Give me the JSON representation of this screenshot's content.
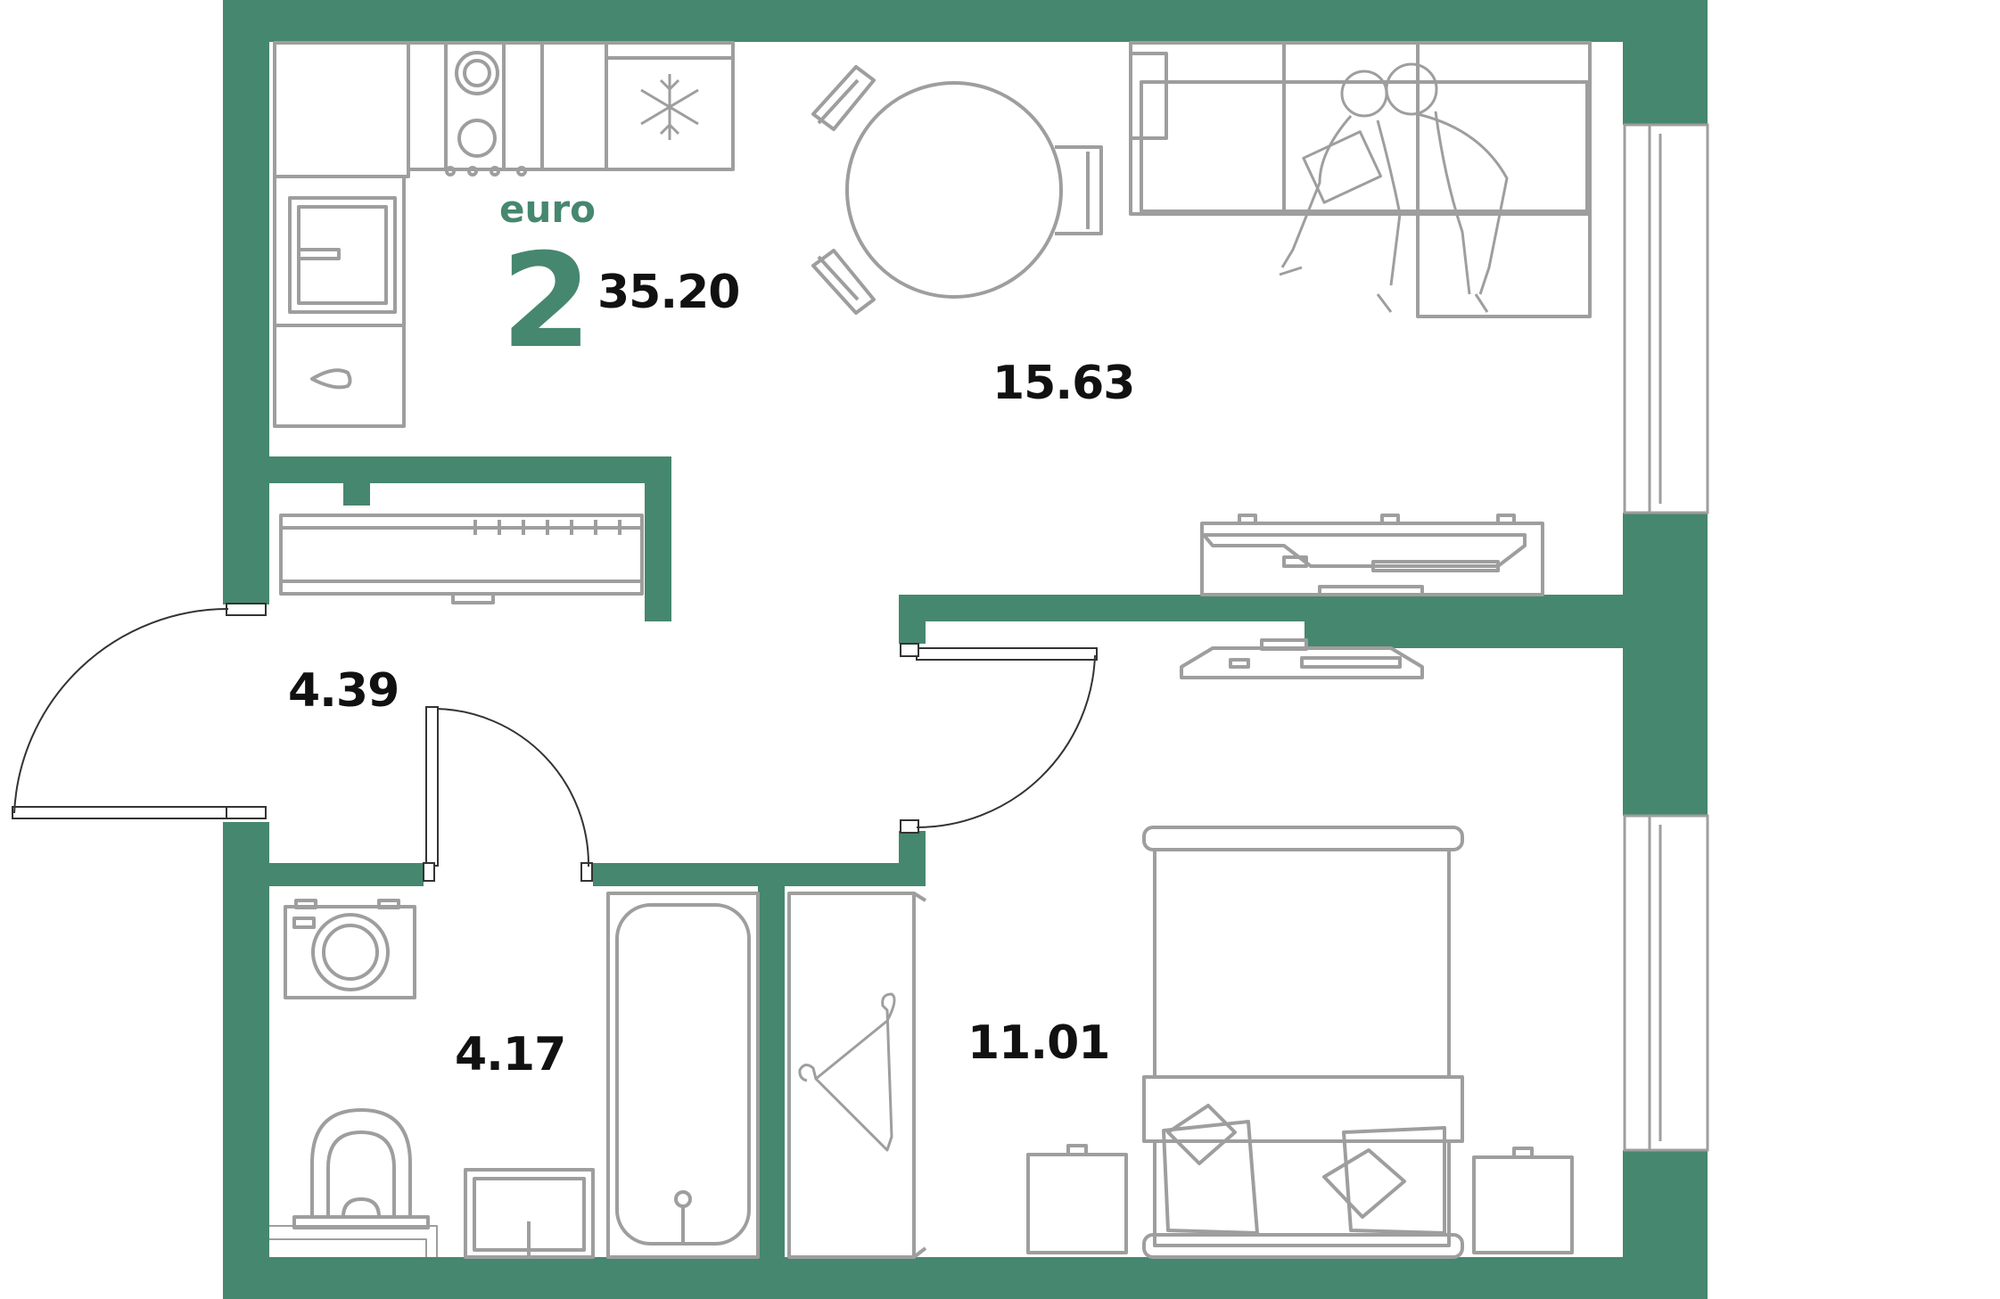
{
  "colors": {
    "wall": "#46876f",
    "furniture": "#9e9e9e",
    "accent": "#46876f",
    "text": "#111111"
  },
  "apartment": {
    "type_label": "euro",
    "rooms": "2",
    "total_area": "35.20"
  },
  "rooms": {
    "living_kitchen_area": "15.63",
    "hall_area": "4.39",
    "bathroom_area": "4.17",
    "bedroom_area": "11.01"
  },
  "icons": [
    "kitchen-counter-icon",
    "stove-icon",
    "freezer-icon",
    "sink-icon",
    "dining-table-icon",
    "sofa-icon",
    "people-icon",
    "tv-unit-icon",
    "washing-machine-icon",
    "toilet-icon",
    "bathtub-icon",
    "wardrobe-icon",
    "bed-icon",
    "nightstand-icon",
    "window-icon",
    "door-icon"
  ]
}
